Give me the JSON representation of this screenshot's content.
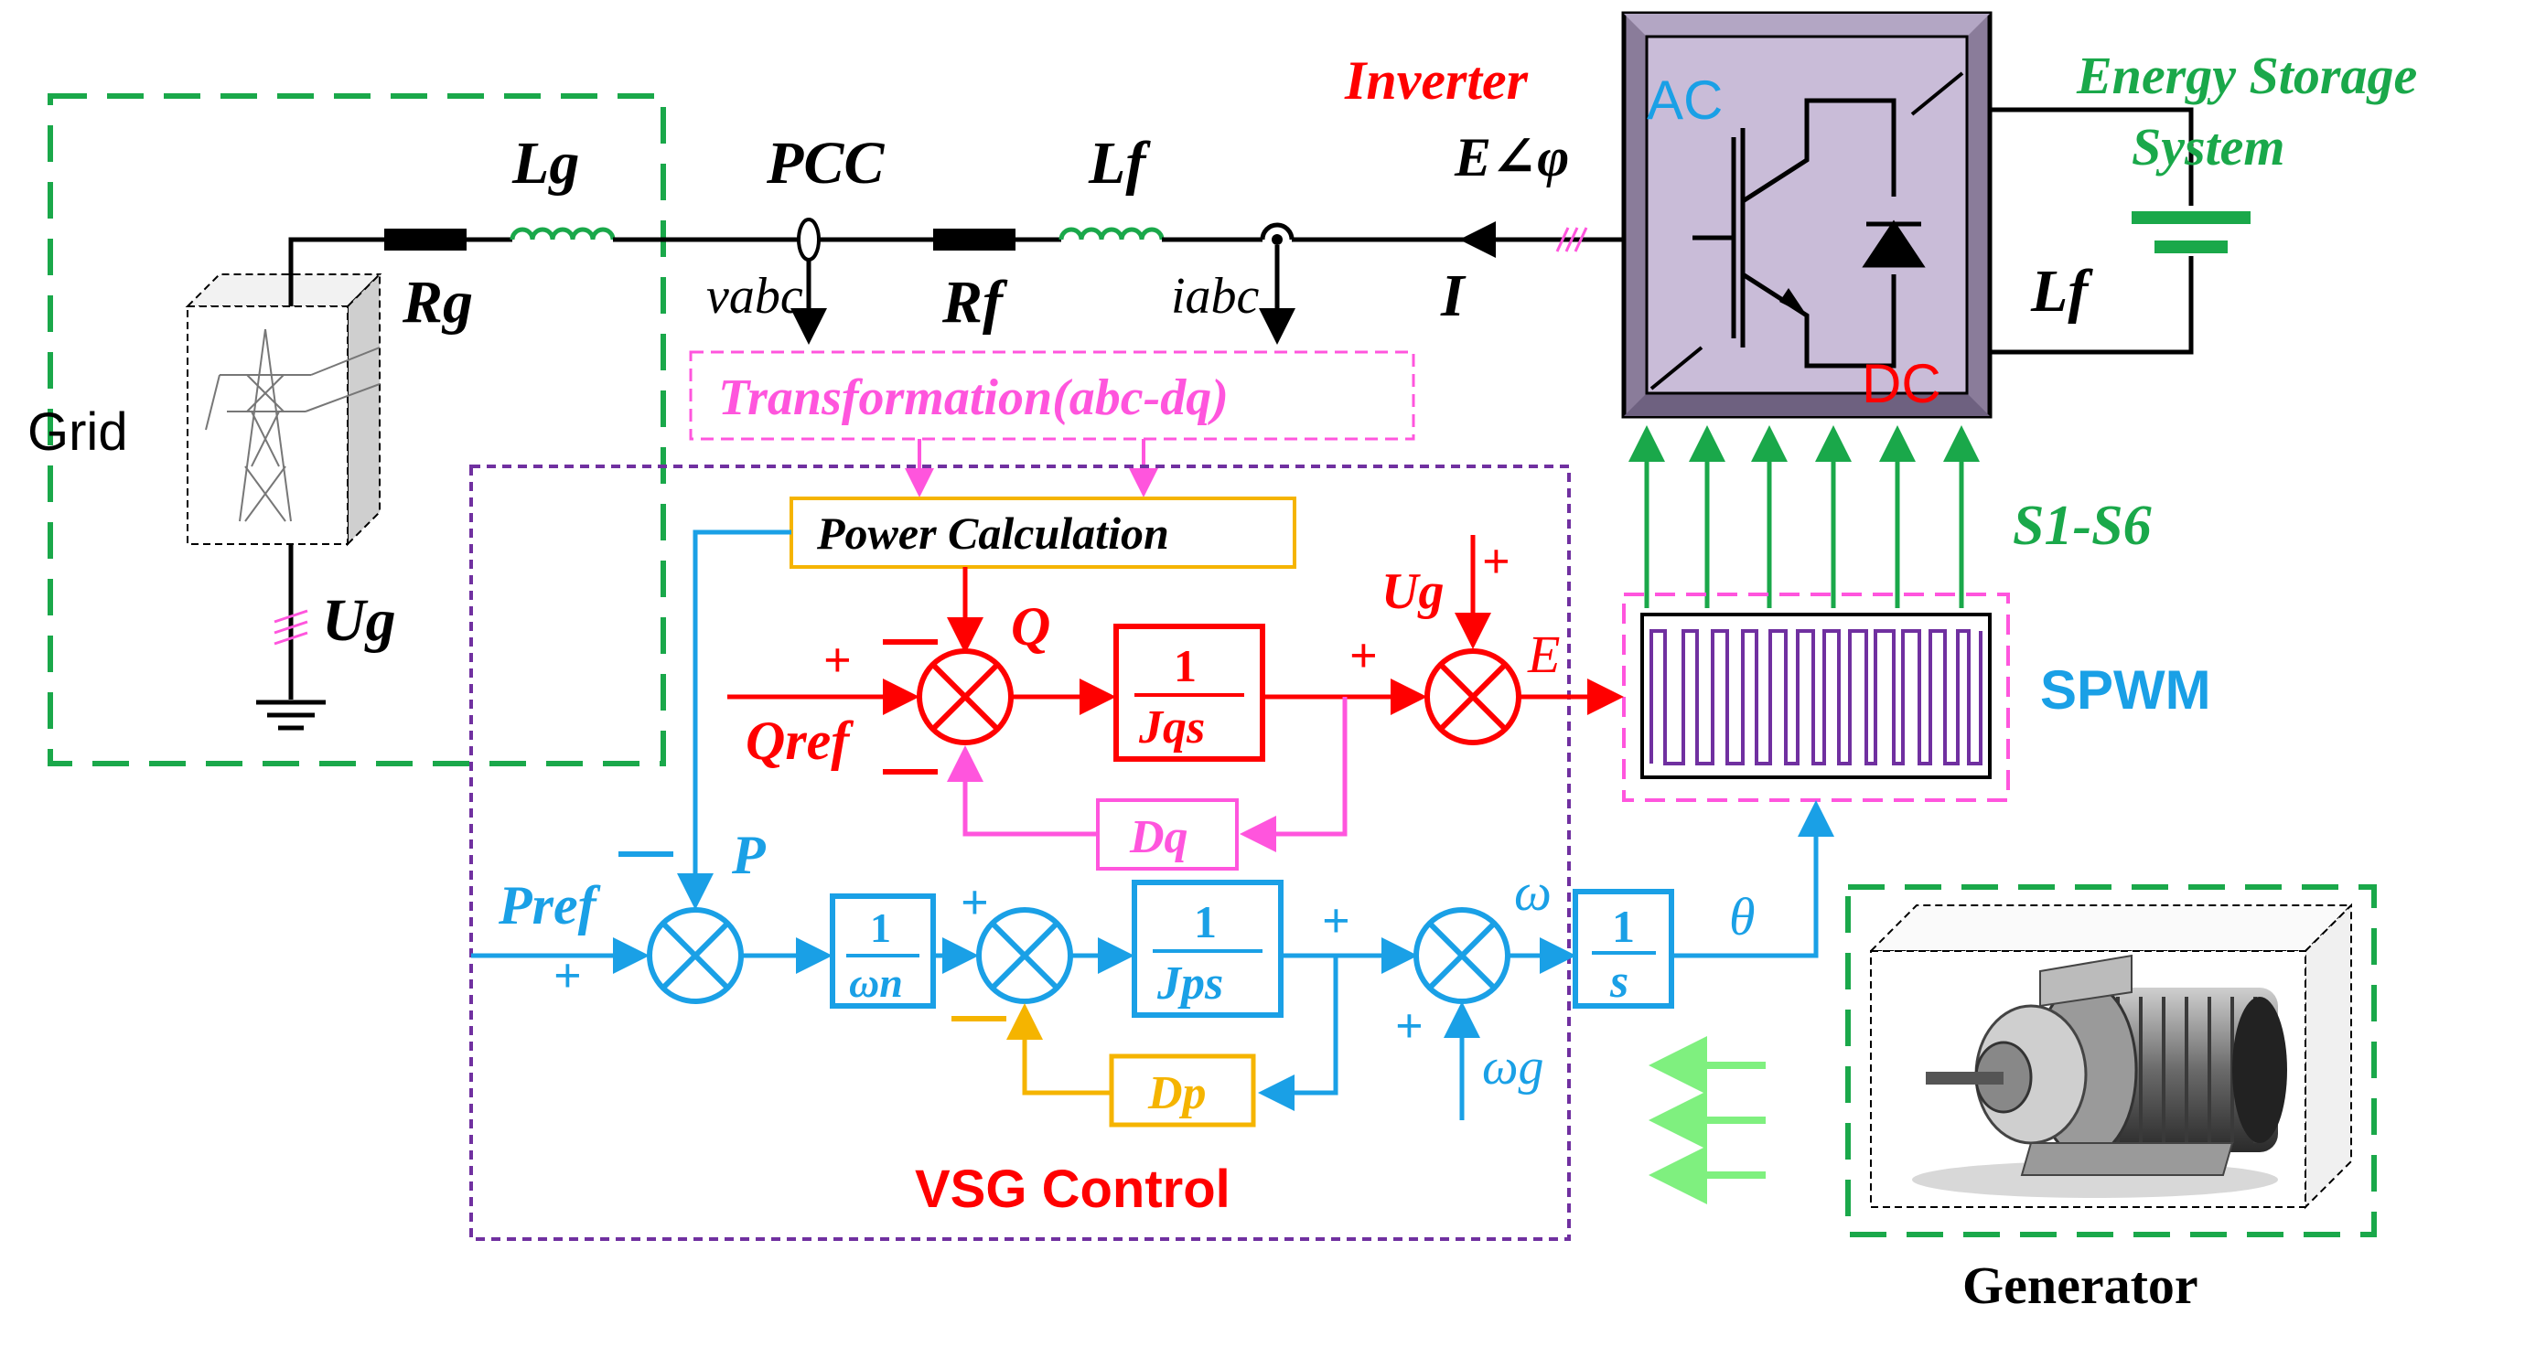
{
  "colors": {
    "black": "#000000",
    "red": "#ff0000",
    "blue": "#1aa0e6",
    "green": "#1aa84a",
    "pink": "#ff55dd",
    "orange": "#f5b400",
    "purple": "#7030a0",
    "lightgreen": "#7ff07f",
    "inverter": "#c9bcd8",
    "inverterDark": "#8a7c9a"
  },
  "icons": {
    "grid": "transmission-tower-icon",
    "generator": "electric-motor-icon",
    "igbt": "igbt-diode-icon",
    "battery": "battery-icon"
  },
  "labels": {
    "grid": "Grid",
    "lg": "Lg",
    "rg": "Rg",
    "ug": "Ug",
    "pcc": "PCC",
    "lf_line": "Lf",
    "rf": "Rf",
    "vabc": "vabc",
    "iabc": "iabc",
    "inverter": "Inverter",
    "eangle": "E∠φ",
    "current": "I",
    "ac": "AC",
    "dc": "DC",
    "ess_line1": "Energy Storage",
    "ess_line2": "System",
    "lf_dc": "Lf",
    "transformation": "Transformation(abc-dq)",
    "power_calc": "Power Calculation",
    "s1s6": "S1-S6",
    "spwm": "SPWM",
    "vsg_control": "VSG Control",
    "generator": "Generator"
  },
  "reactive_loop": {
    "qref": "Qref",
    "q": "Q",
    "ug": "Ug",
    "e": "E",
    "plus_qref": "+",
    "minus_q": "—",
    "minus_dq": "—",
    "plus_out": "+",
    "plus_ug": "+",
    "block_num": "1",
    "block_den": "Jqs",
    "damping": "Dq"
  },
  "active_loop": {
    "pref": "Pref",
    "p": "P",
    "omega": "ω",
    "theta": "θ",
    "omega_g": "ωg",
    "plus_pref": "+",
    "minus_p": "—",
    "plus_mid": "+",
    "minus_dp": "—",
    "plus_sum3": "+",
    "plus_omega_g": "+",
    "gain_num": "1",
    "gain_den": "ωn",
    "block_num": "1",
    "block_den": "Jps",
    "integ_num": "1",
    "integ_den": "s",
    "damping": "Dp"
  }
}
